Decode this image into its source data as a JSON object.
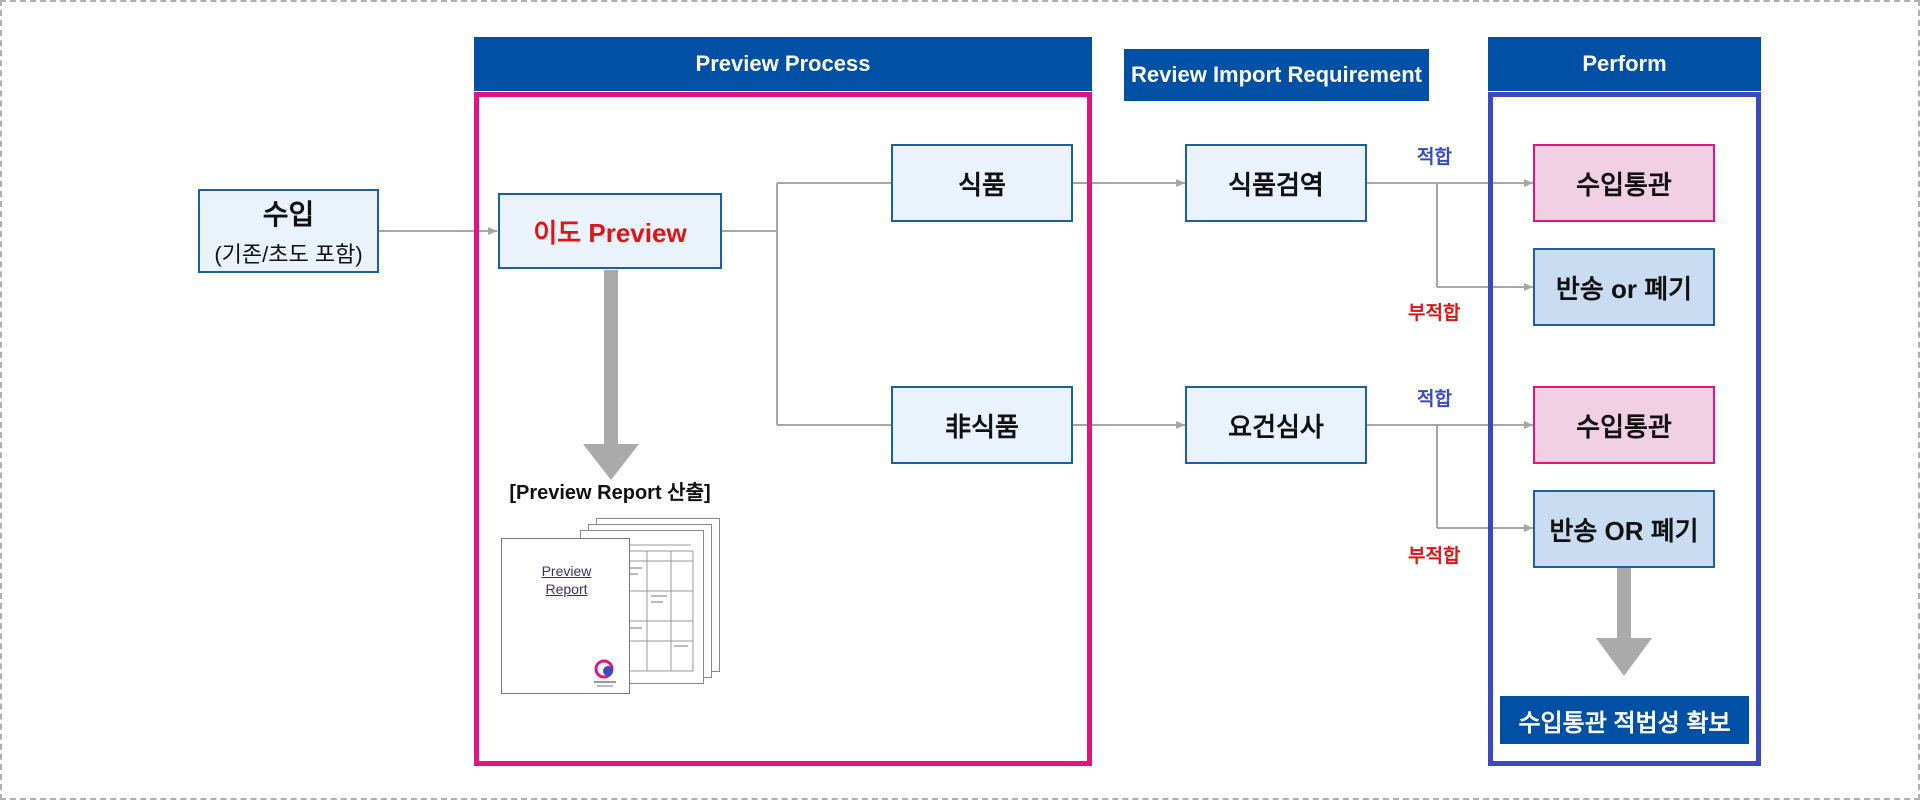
{
  "headers": {
    "preview": "Preview Process",
    "review": "Review Import Requirement",
    "perform": "Perform"
  },
  "import_box": {
    "title": "수입",
    "subtitle": "(기존/초도 포함)"
  },
  "preview_box": "이도 Preview",
  "report_caption": "[Preview Report 산출]",
  "report_doc": {
    "line1": "Preview",
    "line2": "Report"
  },
  "branches": {
    "food": "식품",
    "nonfood": "非식품"
  },
  "review": {
    "food": "식품검역",
    "nonfood": "요건심사"
  },
  "labels": {
    "pass": "적합",
    "fail": "부적합"
  },
  "perform": {
    "clear1": "수입통관",
    "reject1": "반송 or 폐기",
    "clear2": "수입통관",
    "reject2": "반송 OR 폐기",
    "final": "수입통관 적법성 확보"
  },
  "colors": {
    "header_blue": "#0050a5",
    "preview_frame": "#e0157f",
    "perform_frame": "#3a4bc0",
    "pass_label": "#3a4bc0",
    "fail_label": "#e01414",
    "preview_text": "#e01414"
  }
}
